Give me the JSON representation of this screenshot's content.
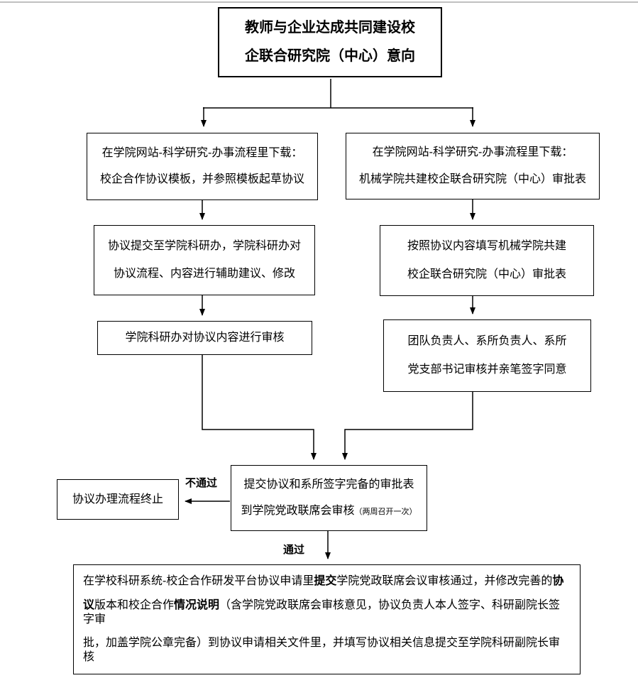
{
  "page": {
    "background": "#ffffff",
    "line_color": "#000000",
    "page_edge_color": "#c0c0c0"
  },
  "flowchart": {
    "title_box": {
      "lines": [
        "教师与企业达成共同建设校",
        "企联合研究院（中心）意向"
      ]
    },
    "left_branch": {
      "download_box": {
        "lines": [
          "在学院网站-科学研究-办事流程里下载：",
          "校企合作协议模板，并参照模板起草协议"
        ]
      },
      "submit_box": {
        "lines": [
          "协议提交至学院科研办，学院科研办对",
          "协议流程、内容进行辅助建议、修改"
        ]
      },
      "review_box": {
        "lines": [
          "学院科研办对协议内容进行审核"
        ]
      }
    },
    "right_branch": {
      "download_box": {
        "lines": [
          "在学院网站-科学研究-办事流程里下载：",
          "机械学院共建校企联合研究院（中心）审批表"
        ]
      },
      "fill_box": {
        "lines": [
          "按照协议内容填写机械学院共建",
          "校企联合研究院（中心）审批表"
        ]
      },
      "sign_box": {
        "lines": [
          "团队负责人、系所负责人、系所",
          "党支部书记审核并亲笔签字同意"
        ]
      }
    },
    "joint_review_box": {
      "line1": "提交协议和系所签字完备的审批表",
      "line2_main": "到学院党政联席会审核",
      "line2_note": "（两周召开一次）"
    },
    "fail_label": "不通过",
    "pass_label": "通过",
    "terminate_box": {
      "line1": "协议办理流程终止"
    },
    "final_box": {
      "line1": {
        "s0": "在学校科研系统-校企合作研发平台协议申请里",
        "s1": "提交",
        "s2": "学院党政联席会议审核通过，并修改完善的",
        "s3": "协"
      },
      "line2": {
        "s0": "议",
        "s1": "版本和校企合作",
        "s2": "情况说明",
        "s3": "（含学院党政联席会审核意见，协议负责人本人签字、科研副院长签字审"
      },
      "line3": {
        "s0": "批，加盖学院公章完备）到协议申请相关文件里，并填写协议相关信息提交至学院科研副院长审核"
      }
    }
  }
}
